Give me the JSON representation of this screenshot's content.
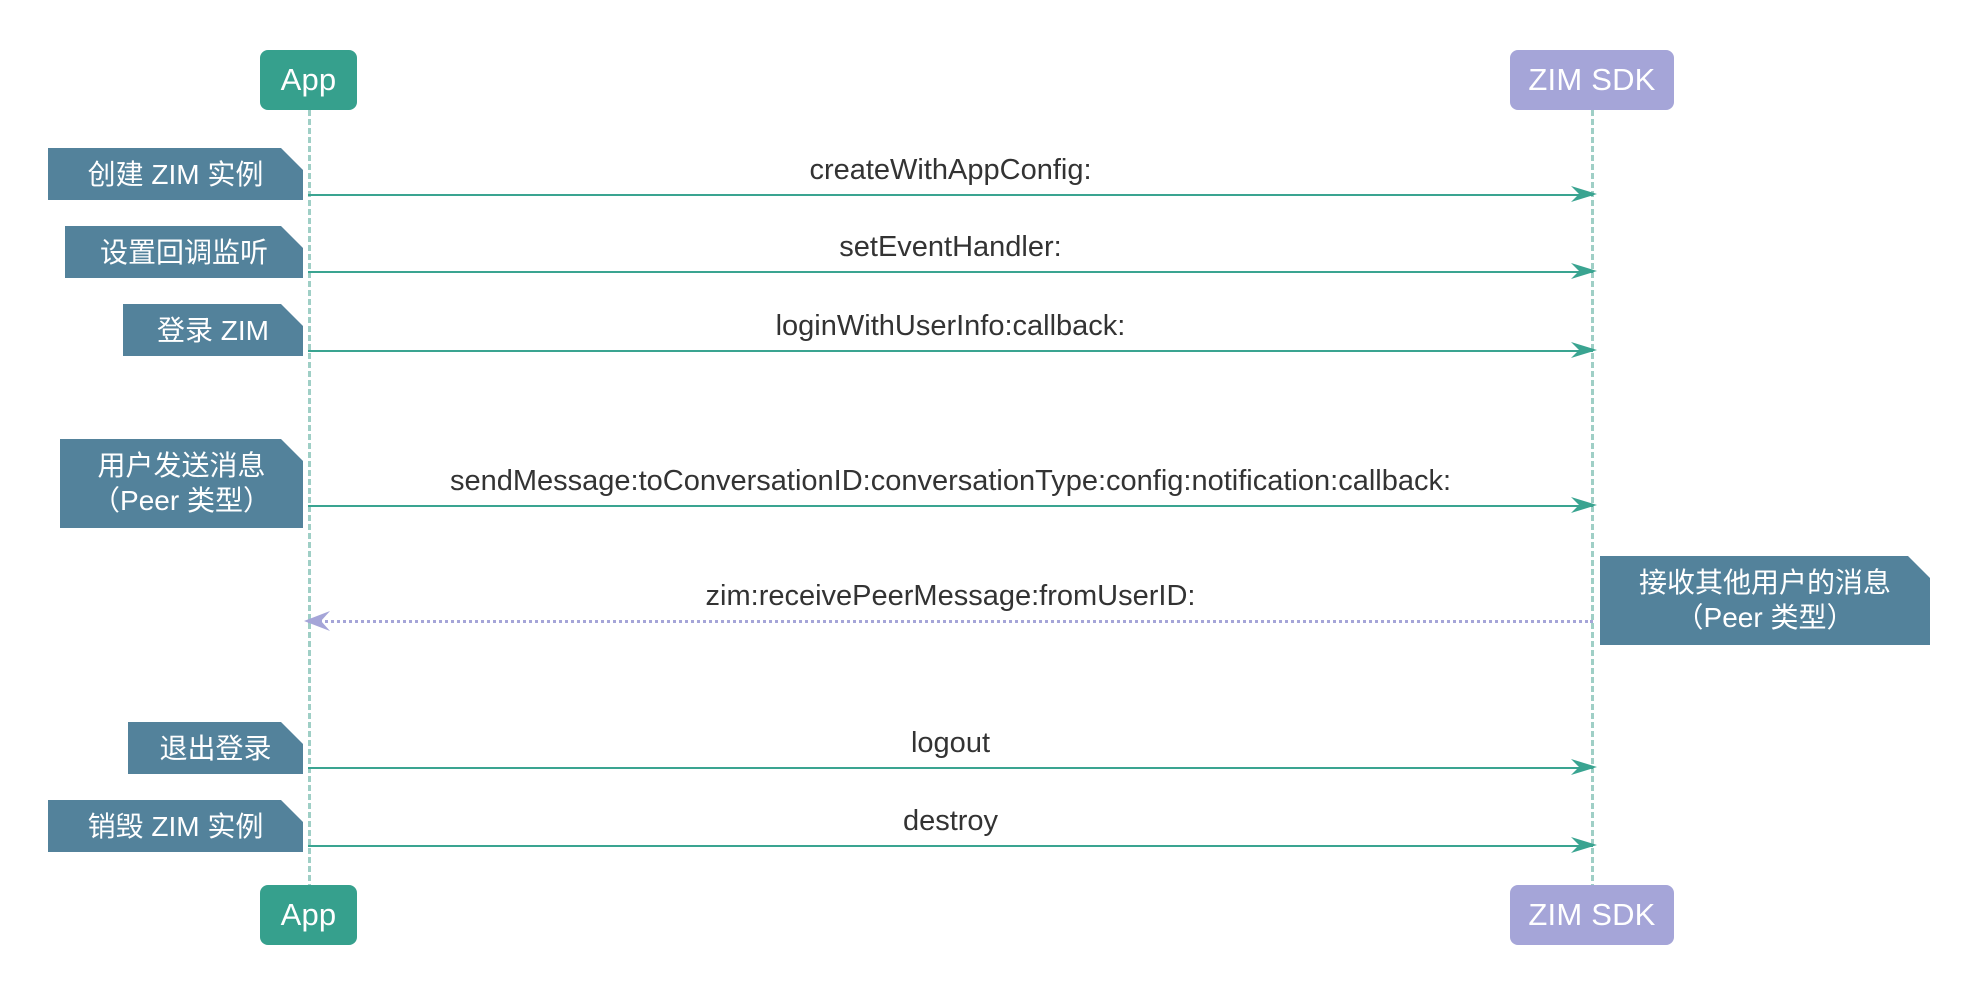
{
  "diagram": {
    "type": "sequence-diagram",
    "title": "ZIM SDK message flow",
    "colors": {
      "app_box": "#36a08d",
      "sdk_box": "#a5a5d8",
      "note_box": "#53829b",
      "sync_arrow": "#3aa491",
      "async_return_arrow": "#a5a5d8",
      "lifeline": "#9fcfc6",
      "label_text": "#333333",
      "background": "#ffffff"
    }
  },
  "participants": {
    "left": {
      "name": "App",
      "header_label": "App",
      "footer_label": "App"
    },
    "right": {
      "name": "ZIM SDK",
      "header_label": "ZIM SDK",
      "footer_label": "ZIM SDK"
    }
  },
  "messages": [
    {
      "id": "create",
      "label": "createWithAppConfig:",
      "from": "App",
      "to": "ZIM SDK",
      "direction": "right",
      "style": "solid"
    },
    {
      "id": "set-handler",
      "label": "setEventHandler:",
      "from": "App",
      "to": "ZIM SDK",
      "direction": "right",
      "style": "solid"
    },
    {
      "id": "login",
      "label": "loginWithUserInfo:callback:",
      "from": "App",
      "to": "ZIM SDK",
      "direction": "right",
      "style": "solid"
    },
    {
      "id": "send-message",
      "label": "sendMessage:toConversationID:conversationType:config:notification:callback:",
      "from": "App",
      "to": "ZIM SDK",
      "direction": "right",
      "style": "solid"
    },
    {
      "id": "receive-message",
      "label": "zim:receivePeerMessage:fromUserID:",
      "from": "ZIM SDK",
      "to": "App",
      "direction": "left",
      "style": "dotted"
    },
    {
      "id": "logout",
      "label": "logout",
      "from": "App",
      "to": "ZIM SDK",
      "direction": "right",
      "style": "solid"
    },
    {
      "id": "destroy",
      "label": "destroy",
      "from": "App",
      "to": "ZIM SDK",
      "direction": "right",
      "style": "solid"
    }
  ],
  "notes": [
    {
      "id": "note-create-instance",
      "side": "left",
      "line1": "创建 ZIM 实例",
      "line2": ""
    },
    {
      "id": "note-set-callback",
      "side": "left",
      "line1": "设置回调监听",
      "line2": ""
    },
    {
      "id": "note-login",
      "side": "left",
      "line1": "登录 ZIM",
      "line2": ""
    },
    {
      "id": "note-send-message",
      "side": "left",
      "line1": "用户发送消息",
      "line2": "（Peer 类型）"
    },
    {
      "id": "note-receive-message",
      "side": "right",
      "line1": "接收其他用户的消息",
      "line2": "（Peer 类型）"
    },
    {
      "id": "note-logout",
      "side": "left",
      "line1": "退出登录",
      "line2": ""
    },
    {
      "id": "note-destroy",
      "side": "left",
      "line1": "销毁 ZIM 实例",
      "line2": ""
    }
  ]
}
